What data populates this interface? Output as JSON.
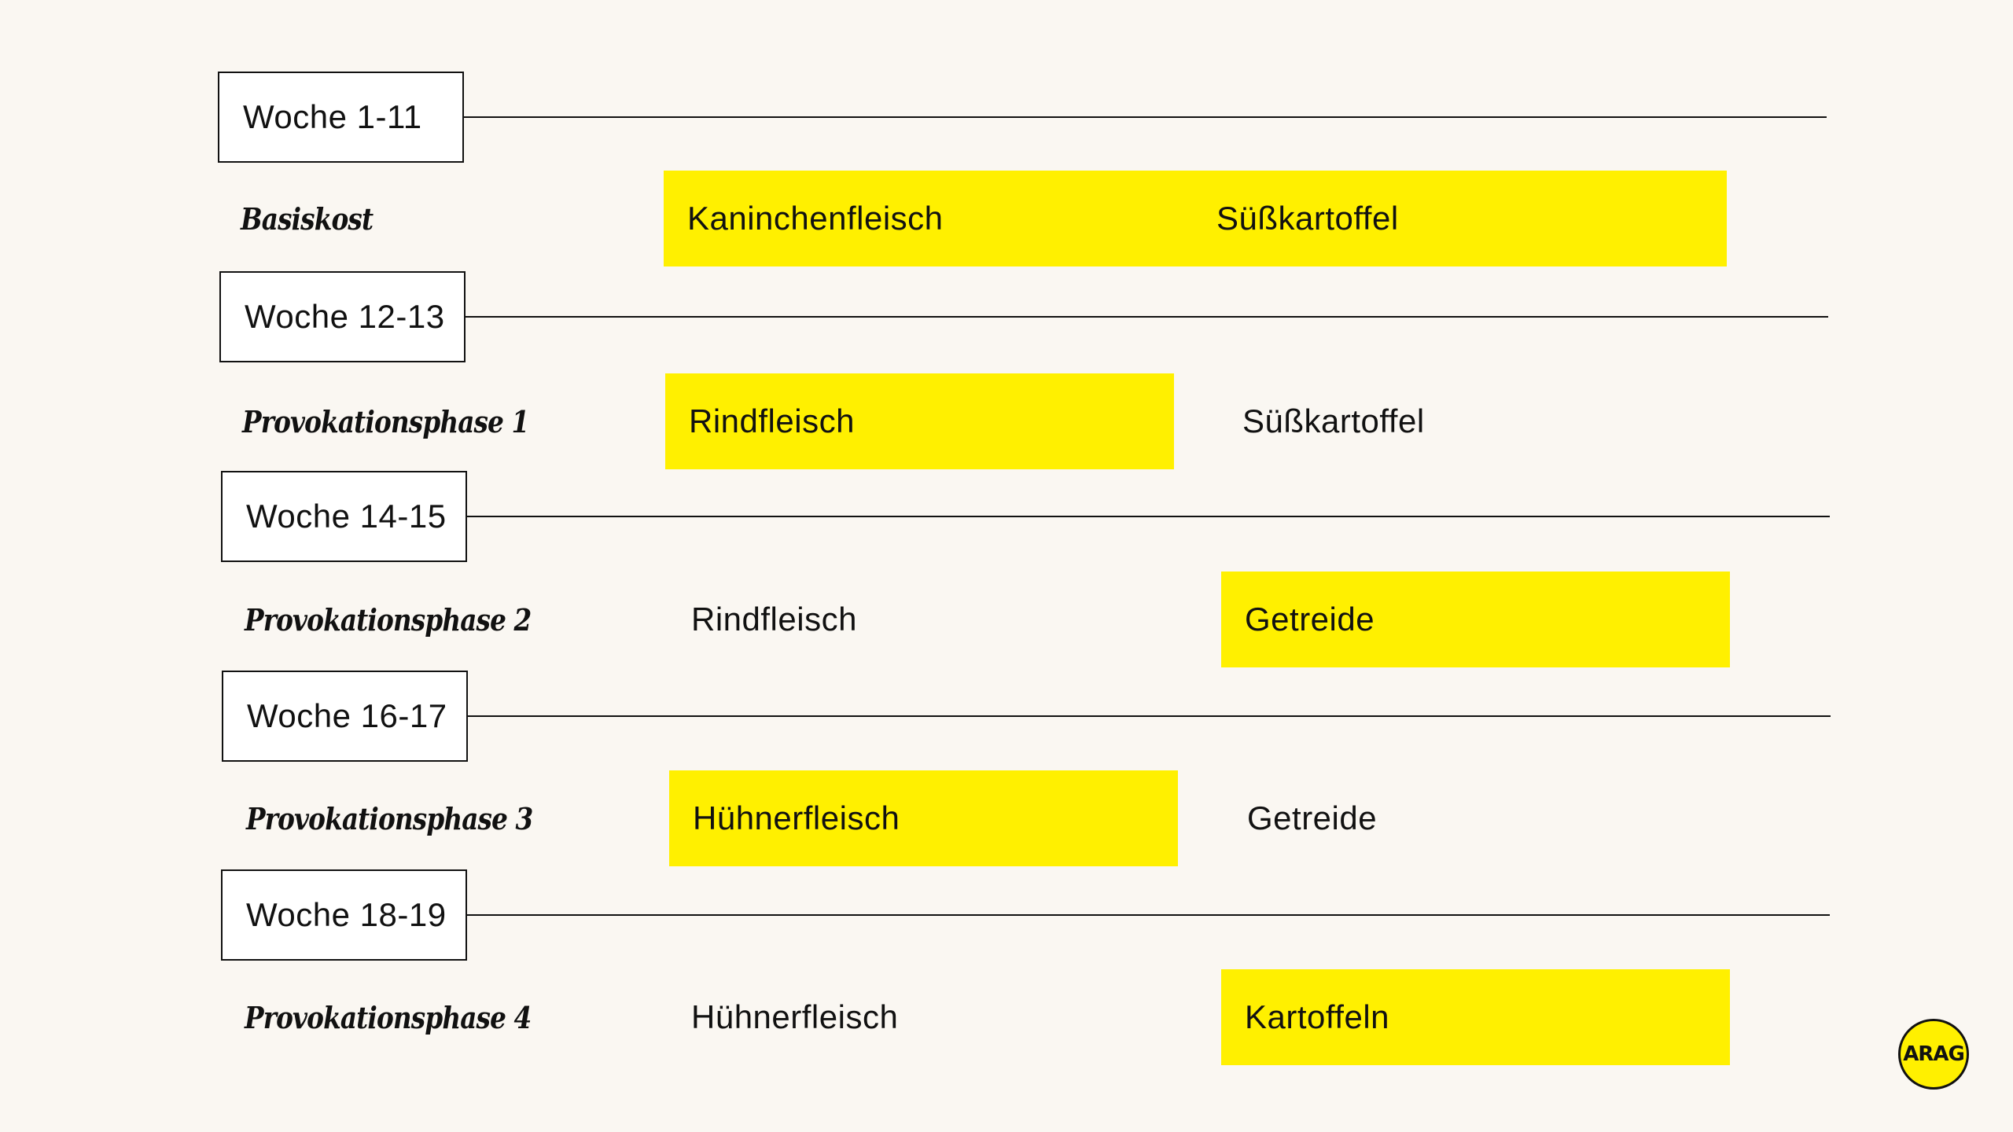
{
  "weeks": [
    {
      "label": "Woche 1-11"
    },
    {
      "label": "Woche 12-13"
    },
    {
      "label": "Woche 14-15"
    },
    {
      "label": "Woche 16-17"
    },
    {
      "label": "Woche 18-19"
    }
  ],
  "phases": [
    {
      "label": "Basiskost",
      "left_food": "Kaninchenfleisch",
      "right_food": "Süßkartoffel",
      "highlight": "both"
    },
    {
      "label": "Provokationsphase 1",
      "left_food": "Rindfleisch",
      "right_food": "Süßkartoffel",
      "highlight": "left"
    },
    {
      "label": "Provokationsphase 2",
      "left_food": "Rindfleisch",
      "right_food": "Getreide",
      "highlight": "right"
    },
    {
      "label": "Provokationsphase 3",
      "left_food": "Hühnerfleisch",
      "right_food": "Getreide",
      "highlight": "left"
    },
    {
      "label": "Provokationsphase 4",
      "left_food": "Hühnerfleisch",
      "right_food": "Kartoffeln",
      "highlight": "right"
    }
  ],
  "colors": {
    "background": "#faf7f2",
    "highlight": "#fff000",
    "text": "#111111"
  },
  "logo": {
    "text": "ARAG"
  }
}
